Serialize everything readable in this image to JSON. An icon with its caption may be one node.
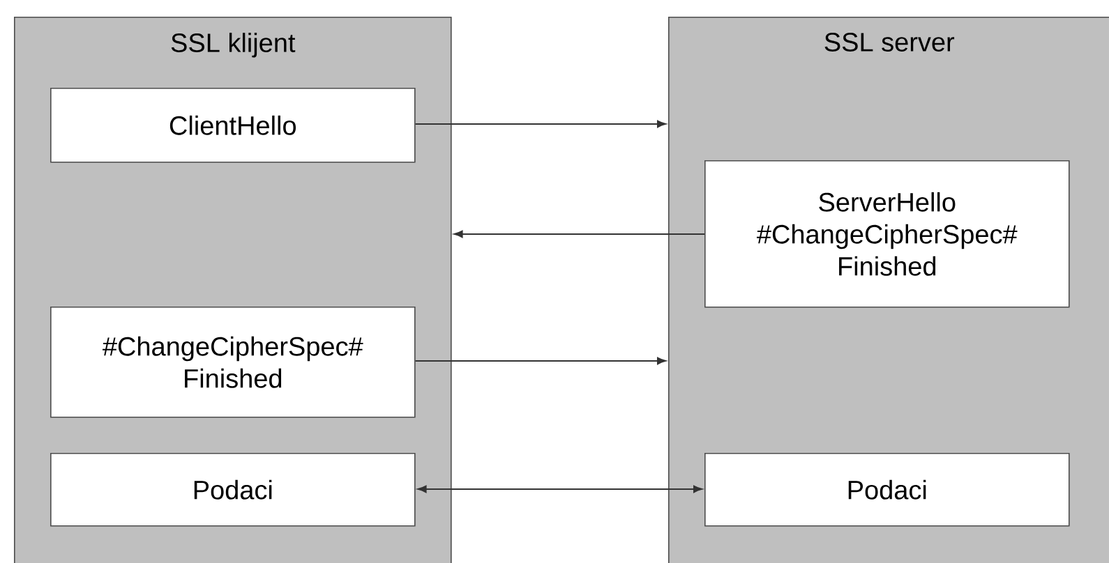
{
  "diagram": {
    "nodes": [
      {
        "text": [
          "SSL klijent"
        ]
      },
      {
        "text": [
          "SSL server"
        ]
      },
      {
        "text": [
          "ClientHello"
        ],
        "in": 0
      },
      {
        "text": [
          "ServerHello #ChangeCipherSpec# Finished"
        ],
        "in": 1
      },
      {
        "text": [
          "#ChangeCipherSpec# Finished"
        ],
        "in": 0
      },
      {
        "text": [
          "Podaci"
        ],
        "in": 0
      },
      {
        "text": [
          "Podaci"
        ],
        "in": 1
      }
    ],
    "edges": [
      {
        "from": 2,
        "to": 1,
        "arrow": "to"
      },
      {
        "from": 3,
        "to": 0,
        "arrow": "to"
      },
      {
        "from": 4,
        "to": 1,
        "arrow": "to"
      },
      {
        "from": 5,
        "to": 6,
        "arrow": "both"
      }
    ]
  }
}
